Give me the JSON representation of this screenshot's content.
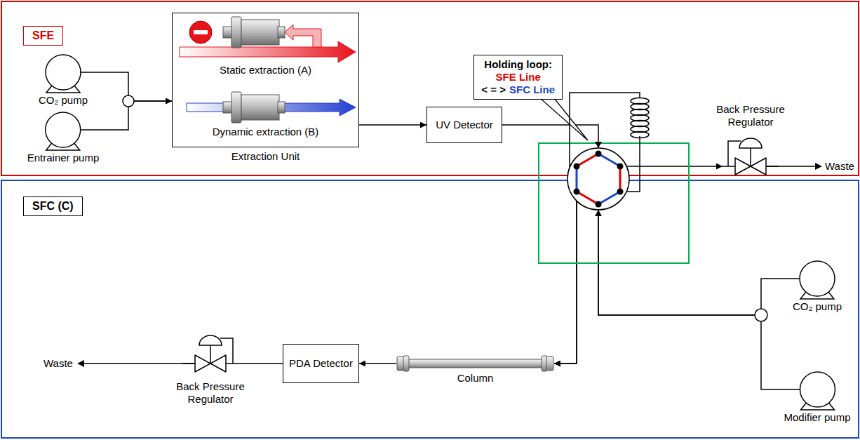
{
  "diagram": {
    "nodes": [
      {
        "text": [
          "SFE"
        ]
      },
      {
        "text": [
          "CO₂ pump"
        ]
      },
      {
        "text": [
          "Entrainer pump"
        ]
      },
      {
        "text": [
          "Static extraction (A)",
          "Dynamic extraction (B)",
          "Extraction Unit"
        ]
      },
      {
        "text": [
          "UV Detector"
        ]
      },
      {
        "text": [
          "Holding loop:",
          "SFE Line",
          "< = >",
          "SFC Line"
        ]
      },
      {
        "text": [
          "Back Pressure Regulator"
        ]
      },
      {
        "text": [
          "SFC (C)"
        ]
      },
      {
        "text": [
          "Back Pressure Regulator"
        ]
      },
      {
        "text": [
          "PDA Detector"
        ]
      },
      {
        "text": [
          "Column"
        ]
      },
      {
        "text": [
          "CO₂ pump"
        ]
      },
      {
        "text": [
          "Modifier pump"
        ]
      }
    ],
    "edges": [
      {
        "from": 1,
        "to": 3,
        "arrow": "to"
      },
      {
        "from": 2,
        "to": 3,
        "arrow": "to"
      },
      {
        "from": 3,
        "to": 4,
        "arrow": "to"
      },
      {
        "from": 4,
        "to": 6,
        "arrow": "to"
      },
      {
        "from": 11,
        "to": 10,
        "arrow": "to"
      },
      {
        "from": 12,
        "to": 10,
        "arrow": "to"
      },
      {
        "from": 10,
        "to": 9,
        "arrow": "to"
      },
      {
        "from": 9,
        "to": 8,
        "arrow": "none"
      }
    ],
    "labels": [
      "Waste",
      "Waste"
    ]
  }
}
